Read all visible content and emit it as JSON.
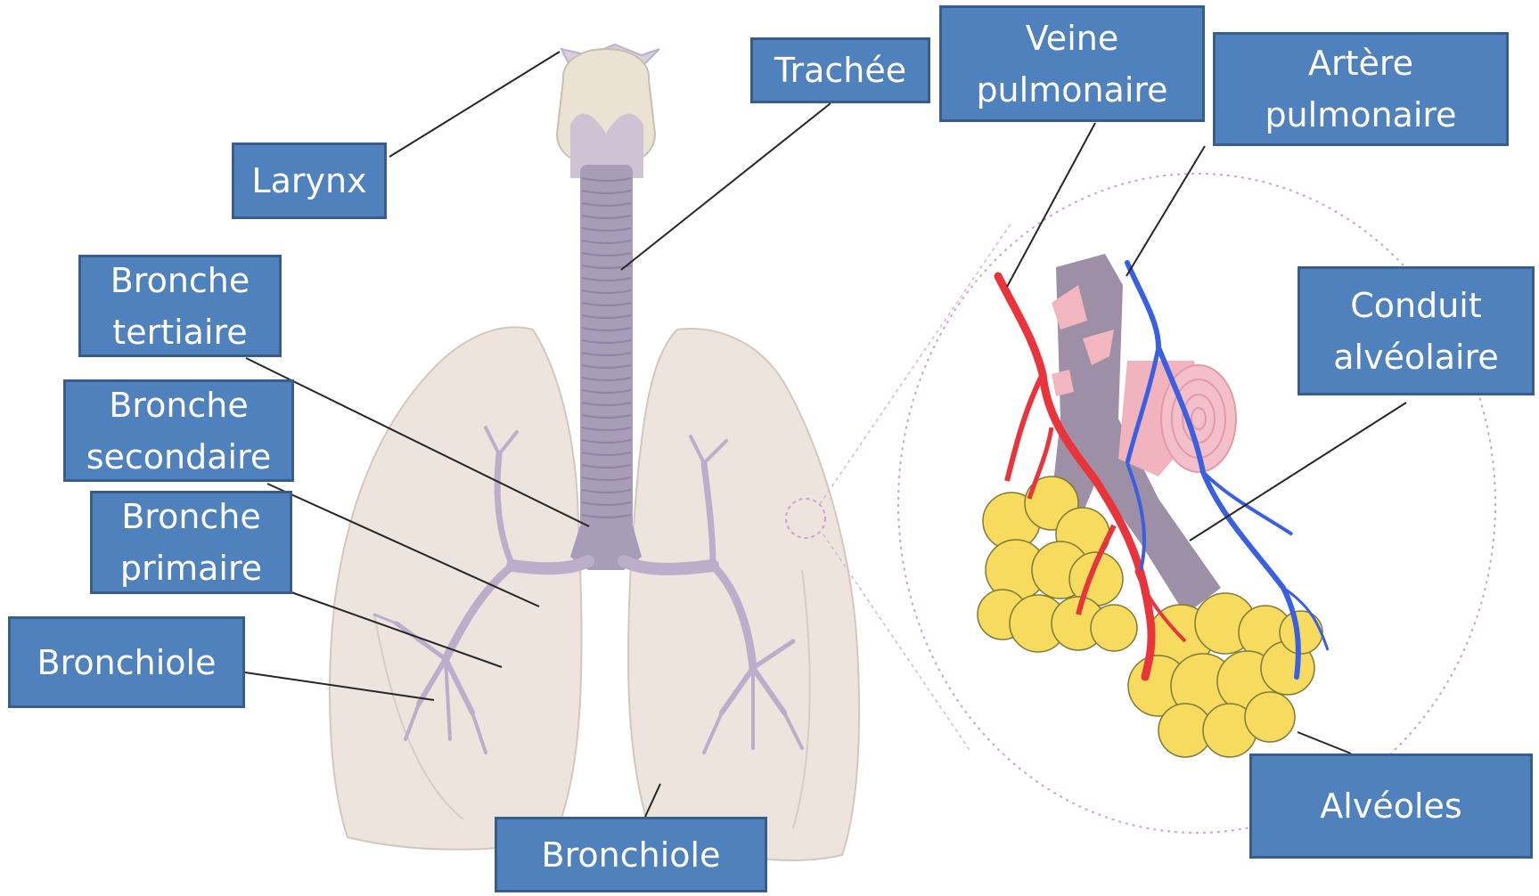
{
  "labels": {
    "larynx": "Larynx",
    "trachee": "Trachée",
    "veine_pulmonaire": "Veine\npulmonaire",
    "artere_pulmonaire": "Artère\npulmonaire",
    "bronche_tertiaire": "Bronche\ntertiaire",
    "bronche_secondaire": "Bronche\nsecondaire",
    "bronche_primaire": "Bronche\nprimaire",
    "bronchiole_left": "Bronchiole",
    "bronchiole_bottom": "Bronchiole",
    "conduit_alveolaire": "Conduit\nalvéolaire",
    "alveoles": "Alvéoles"
  },
  "colors": {
    "label_fill": "#4f81bd",
    "label_border": "#385d8a",
    "lung_fill": "#ebe3dc",
    "airway": "#b9a9c6",
    "trachea": "#a89bb6",
    "alveoli": "#f6db5e",
    "vein": "#e8343a",
    "artery": "#3a5fe0",
    "duct": "#9b8fa5",
    "pink": "#f2b6c0"
  }
}
